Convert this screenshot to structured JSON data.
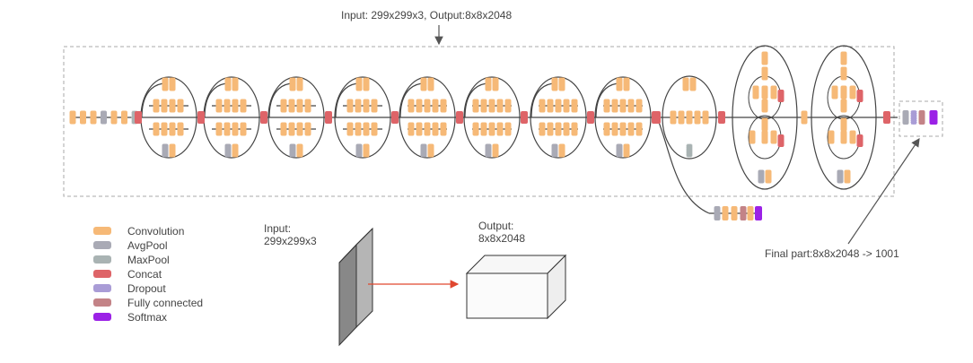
{
  "title_label": "Input: 299x299x3, Output:8x8x2048",
  "final_part_label": "Final part:8x8x2048 -> 1001",
  "input": {
    "label_line1": "Input:",
    "label_line2": "299x299x3"
  },
  "output": {
    "label_line1": "Output:",
    "label_line2": "8x8x2048"
  },
  "colors": {
    "convolution": "#f6b977",
    "avgpool": "#a9aab5",
    "maxpool": "#a9b3b3",
    "concat": "#de6468",
    "dropout": "#a99cd6",
    "fully_connected": "#c38387",
    "softmax": "#9b21e6",
    "box_border": "#aaaaaa",
    "arrow": "#555555",
    "red_arrow": "#e0472f"
  },
  "legend": [
    {
      "key": "convolution",
      "label": "Convolution",
      "icon": "convolution-swatch"
    },
    {
      "key": "avgpool",
      "label": "AvgPool",
      "icon": "avgpool-swatch"
    },
    {
      "key": "maxpool",
      "label": "MaxPool",
      "icon": "maxpool-swatch"
    },
    {
      "key": "concat",
      "label": "Concat",
      "icon": "concat-swatch"
    },
    {
      "key": "dropout",
      "label": "Dropout",
      "icon": "dropout-swatch"
    },
    {
      "key": "fully_connected",
      "label": "Fully connected",
      "icon": "fully-connected-swatch"
    },
    {
      "key": "softmax",
      "label": "Softmax",
      "icon": "softmax-swatch"
    }
  ]
}
